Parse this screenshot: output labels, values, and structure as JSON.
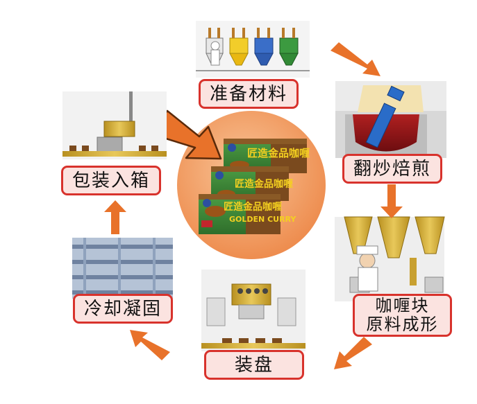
{
  "steps": [
    {
      "label": "准备材料",
      "image": "ingredient-hoppers-illustration"
    },
    {
      "label": "翻炒焙煎",
      "image": "stirring-pot-illustration"
    },
    {
      "label_line1": "咖喱块",
      "label_line2": "原料成形",
      "image": "forming-machines-with-worker-illustration"
    },
    {
      "label": "装盘",
      "image": "tray-filling-machine-illustration"
    },
    {
      "label": "冷却凝固",
      "image": "cooling-racks-illustration"
    },
    {
      "label": "包装入箱",
      "image": "boxing-machine-illustration"
    }
  ],
  "product": {
    "brand_cn": "匠造金品咖喱",
    "brand_en": "GOLDEN CURRY"
  },
  "colors": {
    "arrow": "#e8722a",
    "label_border": "#d8322c",
    "label_fill": "#fbe3e0",
    "center_circle": "#f2a066",
    "box_green": "#3f8a3a",
    "box_brown": "#7a4a1e",
    "brand_text": "#f4d020"
  }
}
